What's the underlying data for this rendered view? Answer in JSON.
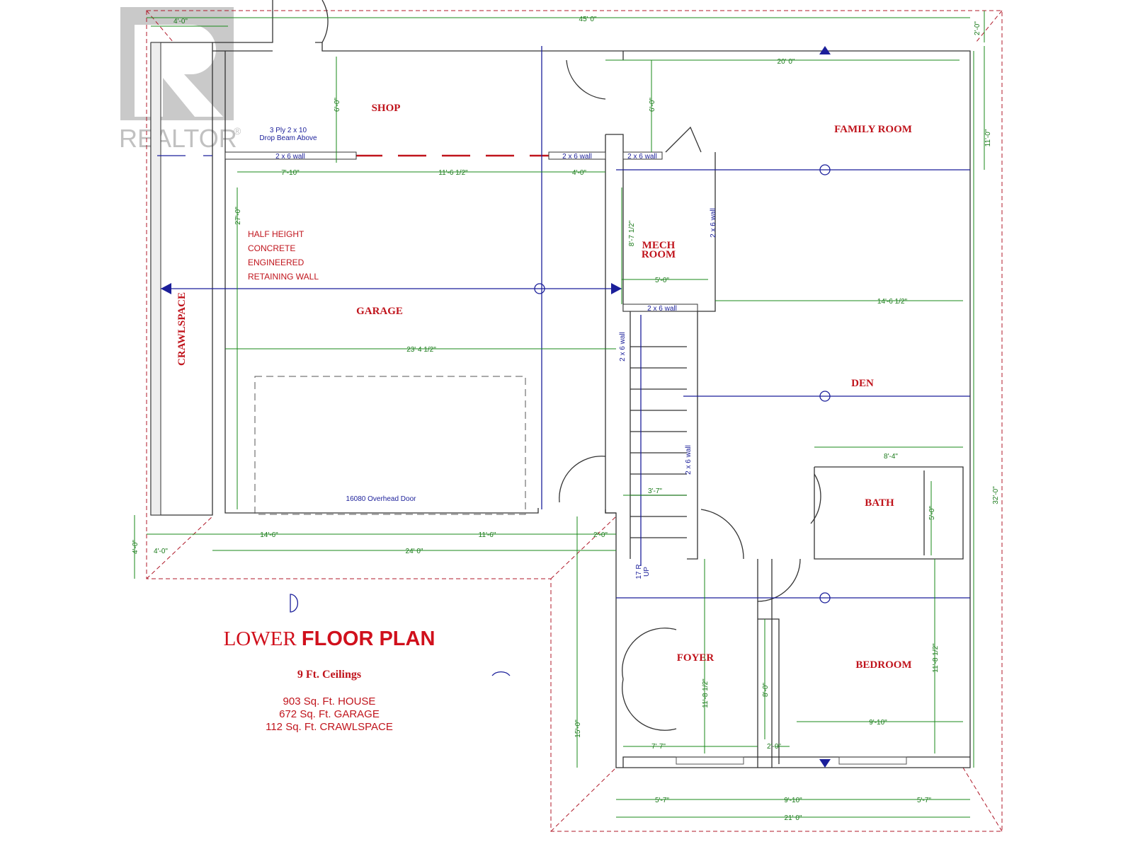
{
  "watermark": {
    "text": "REALTOR",
    "mark": "®"
  },
  "title": {
    "part1": "LOWER ",
    "part2": "FLOOR PLAN",
    "ceilings": "9 Ft. Ceilings",
    "areas": [
      "903 Sq. Ft. HOUSE",
      "672 Sq. Ft. GARAGE",
      "112 Sq. Ft. CRAWLSPACE"
    ]
  },
  "rooms": {
    "shop": "SHOP",
    "family": "FAMILY ROOM",
    "mech1": "MECH",
    "mech2": "ROOM",
    "garage": "GARAGE",
    "crawl": "CRAWLSPACE",
    "den": "DEN",
    "bath": "BATH",
    "foyer": "FOYER",
    "bedroom": "BEDROOM"
  },
  "notes": {
    "beam1": "3 Ply 2 x 10",
    "beam2": "Drop Beam Above",
    "wall": "2 x 6 wall",
    "retain": [
      "HALF HEIGHT",
      "CONCRETE",
      "ENGINEERED",
      "RETAINING WALL"
    ],
    "door": "16080 Overhead Door",
    "stairs1": "17 R",
    "stairs2": "UP"
  },
  "dims": {
    "top_left": "4'-0\"",
    "overall": "45' 0\"",
    "top_right": "2'-0\"",
    "family_w": "20' 0\"",
    "shop_h": "6'-0\"",
    "family_h": "6'-0\"",
    "right_upper": "11'-0\"",
    "shop_a": "7'-10\"",
    "shop_b": "11'-6 1/2\"",
    "shop_c": "4'-0\"",
    "garage_h": "27'-0\"",
    "mech_h": "8'-7 1/2\"",
    "mech_w": "5'-0\"",
    "den_w": "14'-6 1/2\"",
    "garage_w": "23' 4 1/2\"",
    "stair_w": "3'-7\"",
    "bath_w": "8'-4\"",
    "bath_h": "5'-0\"",
    "right_total": "32'-0\"",
    "bot_a": "14'-6\"",
    "bot_b": "11'-6\"",
    "bot_c": "2'-0\"",
    "left_v": "4'-0\"",
    "bot_d": "4'-0\"",
    "bot_total": "24' 0\"",
    "foyer_left": "15'-0\"",
    "foyer_h": "11'-8 1/2\"",
    "bed_h": "11'-8 1/2\"",
    "closet_h": "8'-0\"",
    "foyer_w": "7'-7\"",
    "closet_w": "2'-0\"",
    "bed_w": "9'-10\"",
    "b1": "5'-7\"",
    "b2": "9'-10\"",
    "b3": "5'-7\"",
    "b_total": "21' 0\""
  }
}
